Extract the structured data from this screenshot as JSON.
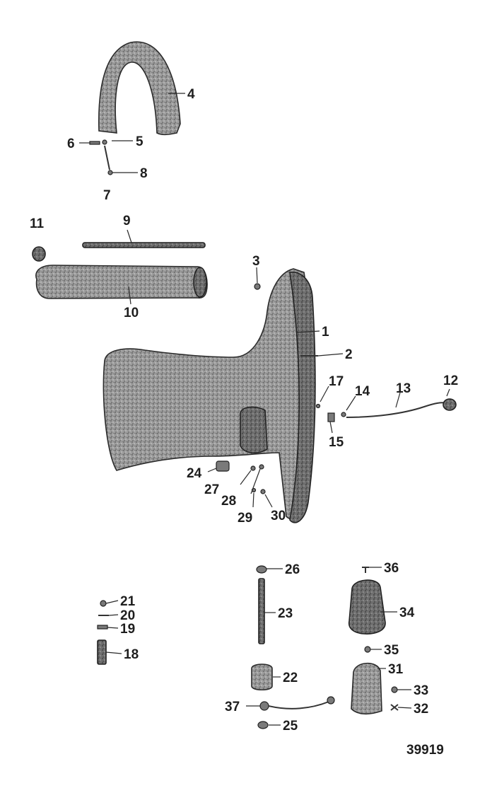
{
  "diagram": {
    "figure_number": "39919",
    "callouts": [
      "1",
      "2",
      "3",
      "4",
      "5",
      "6",
      "7",
      "8",
      "9",
      "10",
      "11",
      "12",
      "13",
      "14",
      "15",
      "17",
      "18",
      "19",
      "20",
      "21",
      "22",
      "23",
      "24",
      "25",
      "26",
      "27",
      "28",
      "29",
      "30",
      "31",
      "32",
      "33",
      "34",
      "35",
      "36",
      "37"
    ]
  }
}
